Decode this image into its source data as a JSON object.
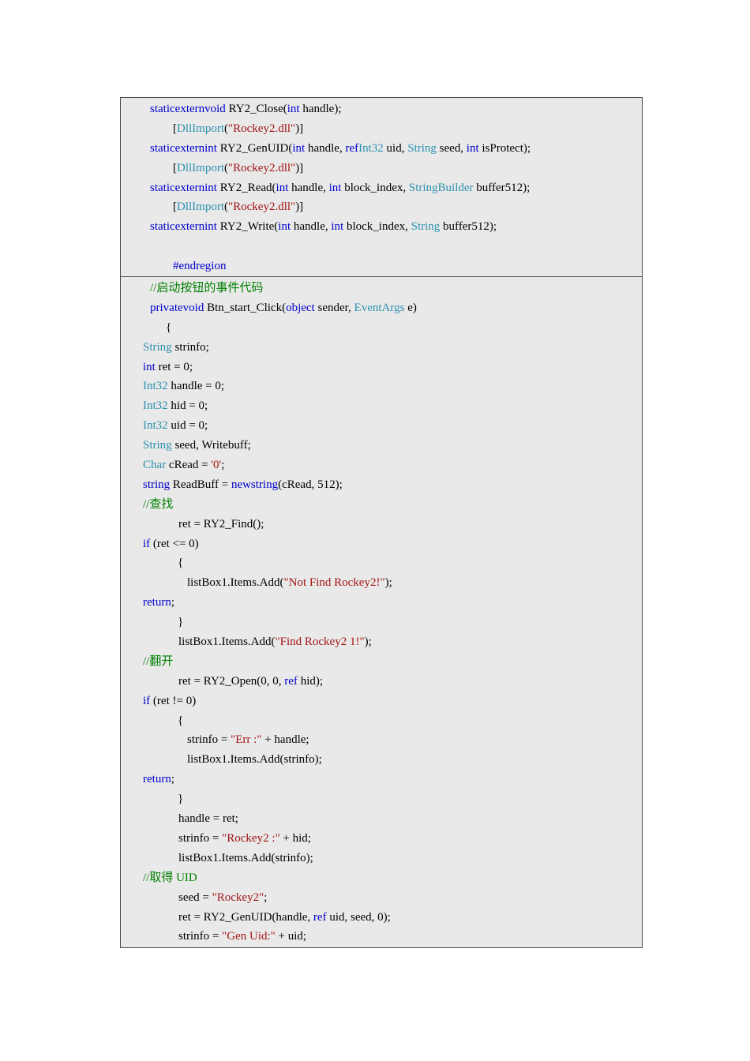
{
  "page": {
    "background": "#ffffff",
    "table_background": "#e9e9e9",
    "border_color": "#4a4a4a"
  },
  "colors": {
    "kw": "#0000cc",
    "ty": "#2b91af",
    "str": "#a31515",
    "com": "#008000",
    "pl": "#000000"
  },
  "sections": [
    {
      "name": "dllimport-declarations",
      "lines": [
        {
          "indent": 9,
          "tokens": [
            [
              "kw",
              "staticexternvoid"
            ],
            [
              "pl",
              " RY2_Close("
            ],
            [
              "kw",
              "int"
            ],
            [
              "pl",
              " handle);"
            ]
          ]
        },
        {
          "indent": 38,
          "tokens": [
            [
              "pl",
              "["
            ],
            [
              "ty",
              "DllImport"
            ],
            [
              "pl",
              "("
            ],
            [
              "str",
              "\"Rockey2.dll\""
            ],
            [
              "pl",
              ")]"
            ]
          ]
        },
        {
          "indent": 9,
          "tokens": [
            [
              "kw",
              "staticexternint"
            ],
            [
              "pl",
              " RY2_GenUID("
            ],
            [
              "kw",
              "int"
            ],
            [
              "pl",
              " handle, "
            ],
            [
              "kw",
              "ref"
            ],
            [
              "ty",
              "Int32"
            ],
            [
              "pl",
              " uid, "
            ],
            [
              "ty",
              "String"
            ],
            [
              "pl",
              " seed, "
            ],
            [
              "kw",
              "int"
            ],
            [
              "pl",
              " isProtect);"
            ]
          ]
        },
        {
          "indent": 38,
          "tokens": [
            [
              "pl",
              "["
            ],
            [
              "ty",
              "DllImport"
            ],
            [
              "pl",
              "("
            ],
            [
              "str",
              "\"Rockey2.dll\""
            ],
            [
              "pl",
              ")]"
            ]
          ]
        },
        {
          "indent": 9,
          "tokens": [
            [
              "kw",
              "staticexternint"
            ],
            [
              "pl",
              " RY2_Read("
            ],
            [
              "kw",
              "int"
            ],
            [
              "pl",
              " handle, "
            ],
            [
              "kw",
              "int"
            ],
            [
              "pl",
              " block_index, "
            ],
            [
              "ty",
              "StringBuilder"
            ],
            [
              "pl",
              " buffer512);"
            ]
          ]
        },
        {
          "indent": 38,
          "tokens": [
            [
              "pl",
              "["
            ],
            [
              "ty",
              "DllImport"
            ],
            [
              "pl",
              "("
            ],
            [
              "str",
              "\"Rockey2.dll\""
            ],
            [
              "pl",
              ")]"
            ]
          ]
        },
        {
          "indent": 9,
          "tokens": [
            [
              "kw",
              "staticexternint"
            ],
            [
              "pl",
              " RY2_Write("
            ],
            [
              "kw",
              "int"
            ],
            [
              "pl",
              " handle, "
            ],
            [
              "kw",
              "int"
            ],
            [
              "pl",
              " block_index, "
            ],
            [
              "ty",
              "String"
            ],
            [
              "pl",
              " buffer512);"
            ]
          ]
        },
        {
          "indent": 0,
          "tokens": []
        },
        {
          "indent": 38,
          "tokens": [
            [
              "kw",
              "#endregion"
            ]
          ]
        }
      ]
    },
    {
      "name": "button-click-handler",
      "lines": [
        {
          "indent": 9,
          "tokens": [
            [
              "com",
              "//启动按钮的事件代码"
            ]
          ]
        },
        {
          "indent": 9,
          "tokens": [
            [
              "kw",
              "privatevoid"
            ],
            [
              "pl",
              " Btn_start_Click("
            ],
            [
              "kw",
              "object"
            ],
            [
              "pl",
              " sender, "
            ],
            [
              "ty",
              "EventArgs"
            ],
            [
              "pl",
              " e)"
            ]
          ]
        },
        {
          "indent": 29,
          "tokens": [
            [
              "pl",
              "{"
            ]
          ]
        },
        {
          "indent": 0,
          "tokens": [
            [
              "ty",
              "String"
            ],
            [
              "pl",
              " strinfo;"
            ]
          ]
        },
        {
          "indent": 0,
          "tokens": [
            [
              "kw",
              "int"
            ],
            [
              "pl",
              " ret = 0;"
            ]
          ]
        },
        {
          "indent": 0,
          "tokens": [
            [
              "ty",
              "Int32"
            ],
            [
              "pl",
              " handle = 0;"
            ]
          ]
        },
        {
          "indent": 0,
          "tokens": [
            [
              "ty",
              "Int32"
            ],
            [
              "pl",
              " hid = 0;"
            ]
          ]
        },
        {
          "indent": 0,
          "tokens": [
            [
              "ty",
              "Int32"
            ],
            [
              "pl",
              " uid = 0;"
            ]
          ]
        },
        {
          "indent": 0,
          "tokens": [
            [
              "ty",
              "String"
            ],
            [
              "pl",
              " seed, Writebuff;"
            ]
          ]
        },
        {
          "indent": 0,
          "tokens": [
            [
              "ty",
              "Char"
            ],
            [
              "pl",
              " cRead = "
            ],
            [
              "str",
              "'0'"
            ],
            [
              "pl",
              ";"
            ]
          ]
        },
        {
          "indent": 0,
          "tokens": [
            [
              "kw",
              "string"
            ],
            [
              "pl",
              " ReadBuff = "
            ],
            [
              "kw",
              "newstring"
            ],
            [
              "pl",
              "(cRead, 512);"
            ]
          ]
        },
        {
          "indent": 0,
          "tokens": [
            [
              "com",
              "//查找"
            ]
          ]
        },
        {
          "indent": 45,
          "tokens": [
            [
              "pl",
              "ret = RY2_Find();"
            ]
          ]
        },
        {
          "indent": 0,
          "tokens": [
            [
              "kw",
              "if"
            ],
            [
              "pl",
              " (ret <= 0)"
            ]
          ]
        },
        {
          "indent": 44,
          "tokens": [
            [
              "pl",
              "{"
            ]
          ]
        },
        {
          "indent": 56,
          "tokens": [
            [
              "pl",
              "listBox1.Items.Add("
            ],
            [
              "str",
              "\"Not Find Rockey2!\""
            ],
            [
              "pl",
              ");"
            ]
          ]
        },
        {
          "indent": 0,
          "tokens": [
            [
              "kw",
              "return"
            ],
            [
              "pl",
              ";"
            ]
          ]
        },
        {
          "indent": 44,
          "tokens": [
            [
              "pl",
              "}"
            ]
          ]
        },
        {
          "indent": 45,
          "tokens": [
            [
              "pl",
              "listBox1.Items.Add("
            ],
            [
              "str",
              "\"Find Rockey2 1!\""
            ],
            [
              "pl",
              ");"
            ]
          ]
        },
        {
          "indent": 0,
          "tokens": [
            [
              "com",
              "//翻开"
            ]
          ]
        },
        {
          "indent": 45,
          "tokens": [
            [
              "pl",
              "ret = RY2_Open(0, 0, "
            ],
            [
              "kw",
              "ref"
            ],
            [
              "pl",
              " hid);"
            ]
          ]
        },
        {
          "indent": 0,
          "tokens": [
            [
              "kw",
              "if"
            ],
            [
              "pl",
              " (ret != 0)"
            ]
          ]
        },
        {
          "indent": 44,
          "tokens": [
            [
              "pl",
              "{"
            ]
          ]
        },
        {
          "indent": 56,
          "tokens": [
            [
              "pl",
              "strinfo = "
            ],
            [
              "str",
              "\"Err :\""
            ],
            [
              "pl",
              " + handle;"
            ]
          ]
        },
        {
          "indent": 56,
          "tokens": [
            [
              "pl",
              "listBox1.Items.Add(strinfo);"
            ]
          ]
        },
        {
          "indent": 0,
          "tokens": [
            [
              "kw",
              "return"
            ],
            [
              "pl",
              ";"
            ]
          ]
        },
        {
          "indent": 44,
          "tokens": [
            [
              "pl",
              "}"
            ]
          ]
        },
        {
          "indent": 45,
          "tokens": [
            [
              "pl",
              "handle = ret;"
            ]
          ]
        },
        {
          "indent": 45,
          "tokens": [
            [
              "pl",
              "strinfo = "
            ],
            [
              "str",
              "\"Rockey2 :\""
            ],
            [
              "pl",
              " + hid;"
            ]
          ]
        },
        {
          "indent": 45,
          "tokens": [
            [
              "pl",
              "listBox1.Items.Add(strinfo);"
            ]
          ]
        },
        {
          "indent": 0,
          "tokens": [
            [
              "com",
              "//取得 UID"
            ]
          ]
        },
        {
          "indent": 45,
          "tokens": [
            [
              "pl",
              "seed = "
            ],
            [
              "str",
              "\"Rockey2\""
            ],
            [
              "pl",
              ";"
            ]
          ]
        },
        {
          "indent": 45,
          "tokens": [
            [
              "pl",
              "ret = RY2_GenUID(handle, "
            ],
            [
              "kw",
              "ref"
            ],
            [
              "pl",
              " uid, seed, 0);"
            ]
          ]
        },
        {
          "indent": 45,
          "tokens": [
            [
              "pl",
              "strinfo = "
            ],
            [
              "str",
              "\"Gen Uid:\""
            ],
            [
              "pl",
              " + uid;"
            ]
          ]
        }
      ]
    }
  ]
}
